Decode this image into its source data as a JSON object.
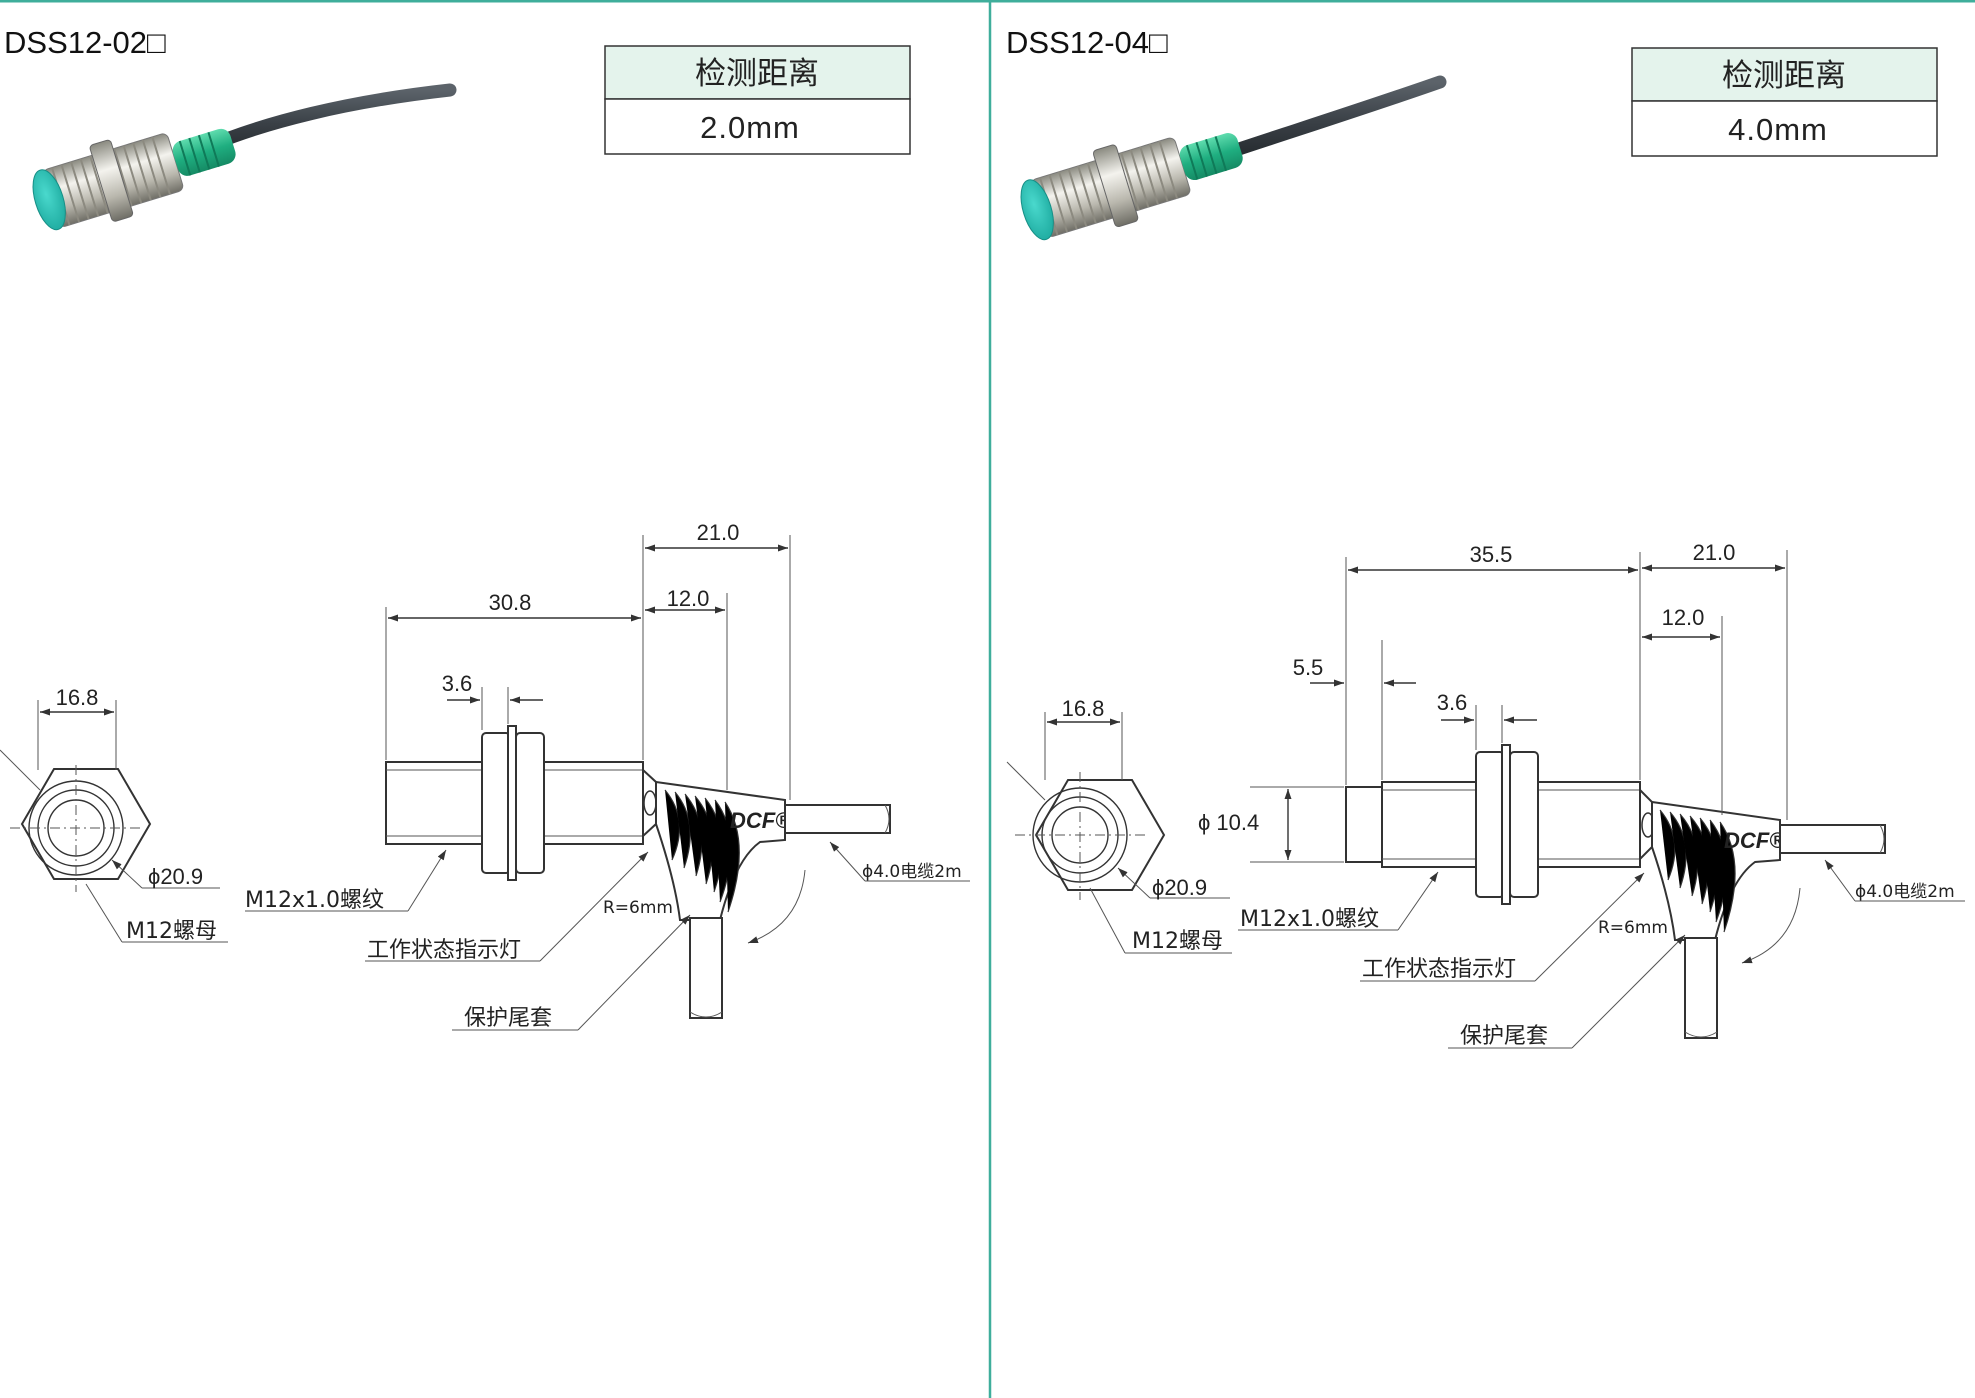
{
  "colors": {
    "divider": "#3fae9b",
    "table_header_bg": "#e4f3ec",
    "sensor_face": "#2fc4b8",
    "cable_sleeve": "#22b88a"
  },
  "left": {
    "model": "DSS12-02□",
    "table": {
      "header": "检测距离",
      "value": "2.0mm"
    },
    "dims": {
      "face_width": "16.8",
      "nut_dia": "ϕ20.9",
      "body_len": "30.8",
      "nut_thk": "3.6",
      "tail_len": "21.0",
      "tail_inner": "12.0",
      "bend_radius": "R=6mm",
      "cable": "ϕ4.0电缆2m"
    },
    "labels": {
      "nut": "M12螺母",
      "thread": "M12x1.0螺纹",
      "led": "工作状态指示灯",
      "sleeve": "保护尾套",
      "brand": "DCF®"
    }
  },
  "right": {
    "model": "DSS12-04□",
    "table": {
      "header": "检测距离",
      "value": "4.0mm"
    },
    "dims": {
      "face_width": "16.8",
      "nut_dia": "ϕ20.9",
      "body_len": "35.5",
      "head_len": "5.5",
      "nut_thk": "3.6",
      "head_dia": "ϕ 10.4",
      "tail_len": "21.0",
      "tail_inner": "12.0",
      "bend_radius": "R=6mm",
      "cable": "ϕ4.0电缆2m"
    },
    "labels": {
      "nut": "M12螺母",
      "thread": "M12x1.0螺纹",
      "led": "工作状态指示灯",
      "sleeve": "保护尾套",
      "brand": "DCF®"
    }
  }
}
